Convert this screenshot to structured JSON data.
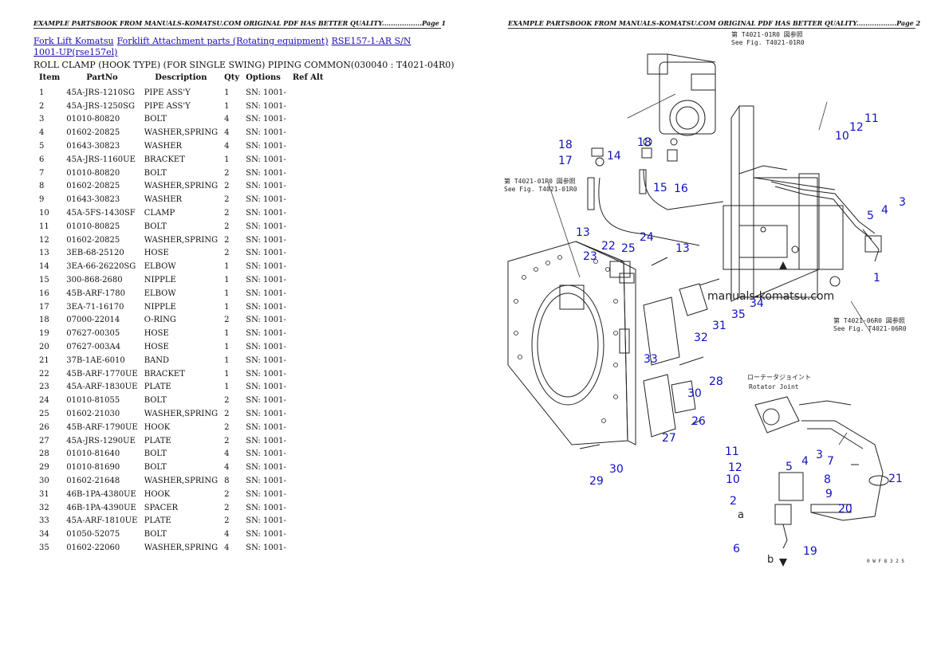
{
  "page1": {
    "header": "EXAMPLE PARTSBOOK FROM MANUALS-KOMATSU.COM ORIGINAL PDF HAS BETTER QUALITY..................Page 1",
    "breadcrumb": {
      "link1": "Fork Lift Komatsu",
      "link2": "Forklift Attachment parts (Rotating equipment)",
      "link3": "RSE157-1-AR S/N 1001-UP(rse157el)"
    },
    "subtitle": "ROLL CLAMP (HOOK TYPE) (FOR SINGLE SWING) PIPING COMMON(030040 : T4021-04R0)",
    "columns": [
      "Item",
      "PartNo",
      "Description",
      "Qty",
      "Options",
      "Ref Alt"
    ],
    "rows": [
      [
        "1",
        "45A-JRS-1210SG",
        "PIPE ASS'Y",
        "1",
        "SN: 1001-",
        ""
      ],
      [
        "2",
        "45A-JRS-1250SG",
        "PIPE ASS'Y",
        "1",
        "SN: 1001-",
        ""
      ],
      [
        "3",
        "01010-80820",
        "BOLT",
        "4",
        "SN: 1001-",
        ""
      ],
      [
        "4",
        "01602-20825",
        "WASHER,SPRING",
        "4",
        "SN: 1001-",
        ""
      ],
      [
        "5",
        "01643-30823",
        "WASHER",
        "4",
        "SN: 1001-",
        ""
      ],
      [
        "6",
        "45A-JRS-1160UE",
        "BRACKET",
        "1",
        "SN: 1001-",
        ""
      ],
      [
        "7",
        "01010-80820",
        "BOLT",
        "2",
        "SN: 1001-",
        ""
      ],
      [
        "8",
        "01602-20825",
        "WASHER,SPRING",
        "2",
        "SN: 1001-",
        ""
      ],
      [
        "9",
        "01643-30823",
        "WASHER",
        "2",
        "SN: 1001-",
        ""
      ],
      [
        "10",
        "45A-5FS-1430SF",
        "CLAMP",
        "2",
        "SN: 1001-",
        ""
      ],
      [
        "11",
        "01010-80825",
        "BOLT",
        "2",
        "SN: 1001-",
        ""
      ],
      [
        "12",
        "01602-20825",
        "WASHER,SPRING",
        "2",
        "SN: 1001-",
        ""
      ],
      [
        "13",
        "3EB-68-25120",
        "HOSE",
        "2",
        "SN: 1001-",
        ""
      ],
      [
        "14",
        "3EA-66-26220SG",
        "ELBOW",
        "1",
        "SN: 1001-",
        ""
      ],
      [
        "15",
        "300-868-2680",
        "NIPPLE",
        "1",
        "SN: 1001-",
        ""
      ],
      [
        "16",
        "45B-ARF-1780",
        "ELBOW",
        "1",
        "SN: 1001-",
        ""
      ],
      [
        "17",
        "3EA-71-16170",
        "NIPPLE",
        "1",
        "SN: 1001-",
        ""
      ],
      [
        "18",
        "07000-22014",
        "O-RING",
        "2",
        "SN: 1001-",
        ""
      ],
      [
        "19",
        "07627-00305",
        "HOSE",
        "1",
        "SN: 1001-",
        ""
      ],
      [
        "20",
        "07627-003A4",
        "HOSE",
        "1",
        "SN: 1001-",
        ""
      ],
      [
        "21",
        "37B-1AE-6010",
        "BAND",
        "1",
        "SN: 1001-",
        ""
      ],
      [
        "22",
        "45B-ARF-1770UE",
        "BRACKET",
        "1",
        "SN: 1001-",
        ""
      ],
      [
        "23",
        "45A-ARF-1830UE",
        "PLATE",
        "1",
        "SN: 1001-",
        ""
      ],
      [
        "24",
        "01010-81055",
        "BOLT",
        "2",
        "SN: 1001-",
        ""
      ],
      [
        "25",
        "01602-21030",
        "WASHER,SPRING",
        "2",
        "SN: 1001-",
        ""
      ],
      [
        "26",
        "45B-ARF-1790UE",
        "HOOK",
        "2",
        "SN: 1001-",
        ""
      ],
      [
        "27",
        "45A-JRS-1290UE",
        "PLATE",
        "2",
        "SN: 1001-",
        ""
      ],
      [
        "28",
        "01010-81640",
        "BOLT",
        "4",
        "SN: 1001-",
        ""
      ],
      [
        "29",
        "01010-81690",
        "BOLT",
        "4",
        "SN: 1001-",
        ""
      ],
      [
        "30",
        "01602-21648",
        "WASHER,SPRING",
        "8",
        "SN: 1001-",
        ""
      ],
      [
        "31",
        "46B-1PA-4380UE",
        "HOOK",
        "2",
        "SN: 1001-",
        ""
      ],
      [
        "32",
        "46B-1PA-4390UE",
        "SPACER",
        "2",
        "SN: 1001-",
        ""
      ],
      [
        "33",
        "45A-ARF-1810UE",
        "PLATE",
        "2",
        "SN: 1001-",
        ""
      ],
      [
        "34",
        "01050-52075",
        "BOLT",
        "4",
        "SN: 1001-",
        ""
      ],
      [
        "35",
        "01602-22060",
        "WASHER,SPRING",
        "4",
        "SN: 1001-",
        ""
      ]
    ]
  },
  "page2": {
    "header": "EXAMPLE PARTSBOOK FROM MANUALS-KOMATSU.COM ORIGINAL PDF HAS BETTER QUALITY..................Page 2",
    "watermark": "manuals-komatsu.com",
    "refs": {
      "top_jp": "第 T4021-01R0 図参照",
      "top_en": "See Fig. T4021-01R0",
      "left_jp": "第 T4021-01R0 図参照",
      "left_en": "See Fig. T4021-01R0",
      "right_jp": "第 T4021-06R0 図参照",
      "right_en": "See Fig. T4021-06R0",
      "rotator_jp": "ローテータジョイント",
      "rotator_en": "Rotator Joint",
      "code": "0 W F 8 3 2 5"
    },
    "marks": {
      "a": "a",
      "b": "b"
    },
    "callouts": [
      "1",
      "2",
      "3",
      "4",
      "5",
      "6",
      "7",
      "8",
      "9",
      "10",
      "11",
      "12",
      "13",
      "14",
      "15",
      "16",
      "17",
      "18",
      "19",
      "20",
      "21",
      "22",
      "23",
      "24",
      "25",
      "26",
      "27",
      "28",
      "29",
      "30",
      "31",
      "32",
      "33",
      "34",
      "35"
    ],
    "callout_color": "#1010c8"
  }
}
